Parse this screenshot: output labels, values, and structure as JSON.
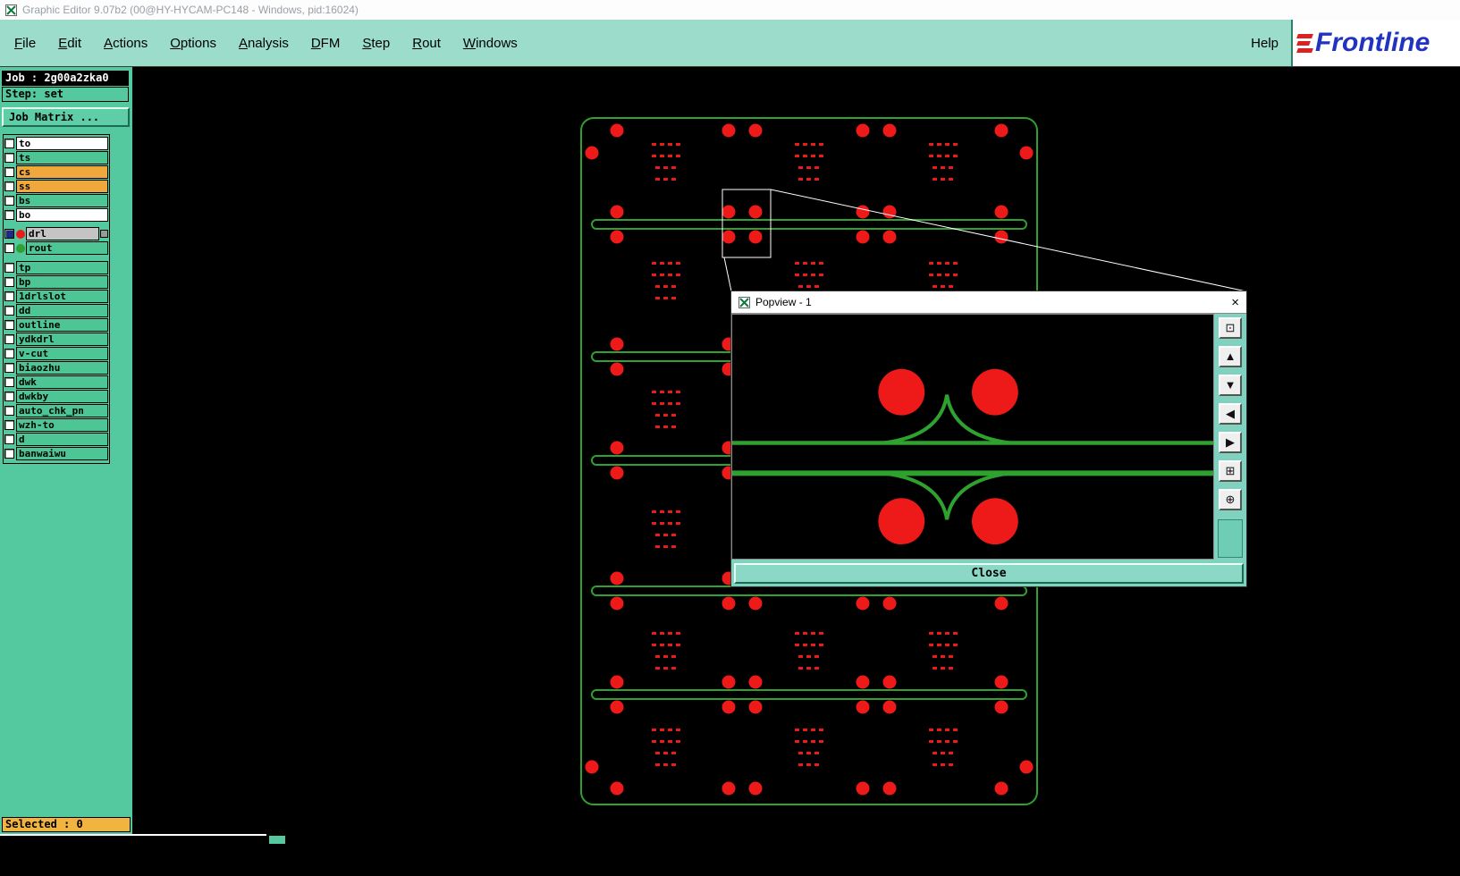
{
  "window": {
    "title": "Graphic Editor 9.07b2 (00@HY-HYCAM-PC148 - Windows, pid:16024)"
  },
  "menubar": {
    "items": [
      "File",
      "Edit",
      "Actions",
      "Options",
      "Analysis",
      "DFM",
      "Step",
      "Rout",
      "Windows"
    ],
    "help": "Help",
    "logo": "Frontline"
  },
  "sidebar": {
    "job_label": "Job : 2g00a2zka0",
    "step_label": "Step: set",
    "job_matrix_button": "Job Matrix ...",
    "layers_top": [
      {
        "name": "to",
        "color": "white"
      },
      {
        "name": "ts",
        "color": "teal"
      },
      {
        "name": "cs",
        "color": "orange"
      },
      {
        "name": "ss",
        "color": "orange"
      },
      {
        "name": "bs",
        "color": "teal"
      },
      {
        "name": "bo",
        "color": "white"
      }
    ],
    "layer_drl": {
      "name": "drl",
      "dot": "red"
    },
    "layer_rout": {
      "name": "rout",
      "dot": "green"
    },
    "layers_bottom": [
      "tp",
      "bp",
      "1drlslot",
      "dd",
      "outline",
      "ydkdrl",
      "v-cut",
      "biaozhu",
      "dwk",
      "dwkby",
      "auto_chk_pn",
      "wzh-to",
      "d",
      "banwaiwu"
    ],
    "selected_label": "Selected : 0"
  },
  "popview": {
    "title": "Popview - 1",
    "close_x": "×",
    "close_button": "Close",
    "tools": [
      {
        "name": "zoom-prev-icon",
        "glyph": "⊡"
      },
      {
        "name": "pan-up-icon",
        "glyph": "▲"
      },
      {
        "name": "pan-down-icon",
        "glyph": "▼"
      },
      {
        "name": "pan-left-icon",
        "glyph": "◀"
      },
      {
        "name": "pan-right-icon",
        "glyph": "▶"
      },
      {
        "name": "zoom-window-icon",
        "glyph": "⊞"
      },
      {
        "name": "fit-all-icon",
        "glyph": "⊕"
      }
    ]
  },
  "colors": {
    "teal": "#54C9A0",
    "teal_light": "#9BDCCB",
    "orange": "#F0A83C",
    "selected_orange": "#F2B441",
    "red": "#EE1A1A",
    "green": "#2FA12F",
    "navy": "#1B2C85",
    "gray_row": "#C4C4C4",
    "logo_blue": "#2233C0",
    "logo_red": "#DD2020"
  }
}
